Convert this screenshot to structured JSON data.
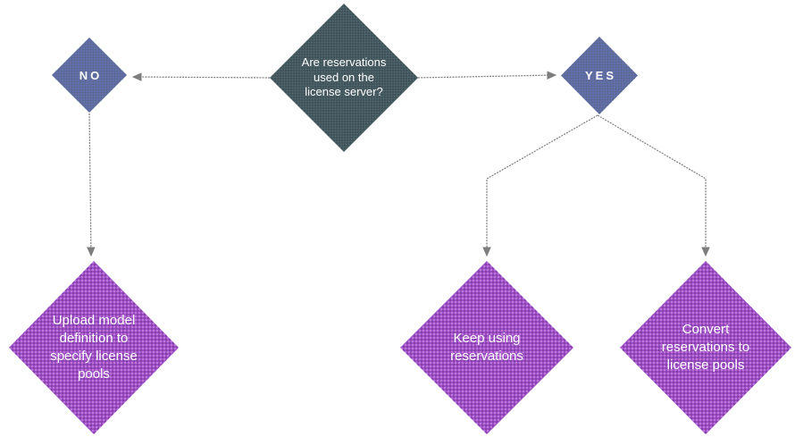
{
  "colors": {
    "background": "#ffffff",
    "question_fill": "#3d4b55",
    "decision_fill": "#6a6eb3",
    "action_fill": "#9c50c4",
    "connector": "#7d7d7d",
    "node_text": "#ffffff"
  },
  "flowchart": {
    "question": {
      "text": "Are reservations used on the license server?"
    },
    "decisions": {
      "no": {
        "label": "NO"
      },
      "yes": {
        "label": "YES"
      }
    },
    "outcomes": {
      "upload": {
        "text": "Upload model definition to specify license pools"
      },
      "keep": {
        "text": "Keep using reservations"
      },
      "convert": {
        "text": "Convert reservations to license pools"
      }
    },
    "edges": [
      {
        "from": "question",
        "to": "no"
      },
      {
        "from": "question",
        "to": "yes"
      },
      {
        "from": "no",
        "to": "upload"
      },
      {
        "from": "yes",
        "to": "keep"
      },
      {
        "from": "yes",
        "to": "convert"
      }
    ]
  }
}
